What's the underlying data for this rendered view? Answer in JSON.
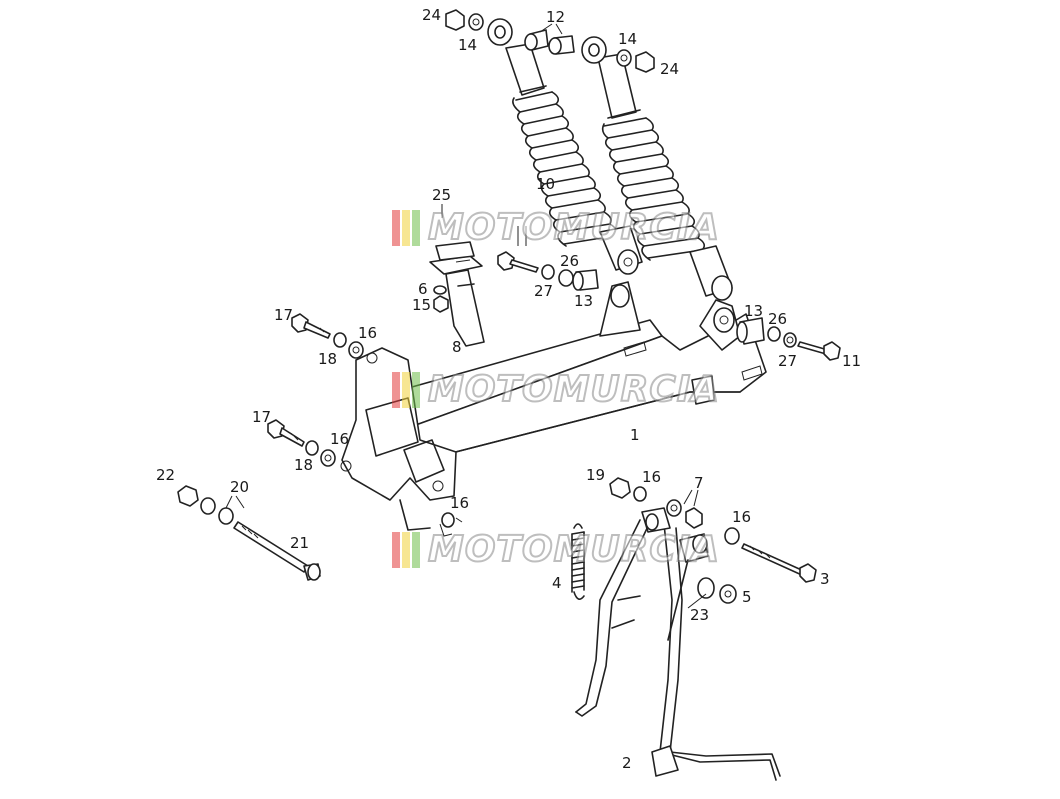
{
  "diagram": {
    "watermark": {
      "text": "MOTOMURCIA",
      "stripe_colors": [
        "#e23b3b",
        "#f2d33a",
        "#6fbf4a"
      ]
    },
    "callouts": [
      {
        "id": "c24a",
        "label": "24"
      },
      {
        "id": "c14a",
        "label": "14"
      },
      {
        "id": "c12",
        "label": "12"
      },
      {
        "id": "c14b",
        "label": "14"
      },
      {
        "id": "c24b",
        "label": "24"
      },
      {
        "id": "c10",
        "label": "10"
      },
      {
        "id": "c25",
        "label": "25"
      },
      {
        "id": "c26a",
        "label": "26"
      },
      {
        "id": "c27a",
        "label": "27"
      },
      {
        "id": "c13a",
        "label": "13"
      },
      {
        "id": "c6",
        "label": "6"
      },
      {
        "id": "c15",
        "label": "15"
      },
      {
        "id": "c8",
        "label": "8"
      },
      {
        "id": "c17a",
        "label": "17"
      },
      {
        "id": "c16a",
        "label": "16"
      },
      {
        "id": "c18a",
        "label": "18"
      },
      {
        "id": "c13b",
        "label": "13"
      },
      {
        "id": "c26b",
        "label": "26"
      },
      {
        "id": "c27b",
        "label": "27"
      },
      {
        "id": "c11",
        "label": "11"
      },
      {
        "id": "c1",
        "label": "1"
      },
      {
        "id": "c17b",
        "label": "17"
      },
      {
        "id": "c16b",
        "label": "16"
      },
      {
        "id": "c18b",
        "label": "18"
      },
      {
        "id": "c22",
        "label": "22"
      },
      {
        "id": "c20",
        "label": "20"
      },
      {
        "id": "c16c",
        "label": "16"
      },
      {
        "id": "c21",
        "label": "21"
      },
      {
        "id": "c19",
        "label": "19"
      },
      {
        "id": "c16d",
        "label": "16"
      },
      {
        "id": "c7",
        "label": "7"
      },
      {
        "id": "c16e",
        "label": "16"
      },
      {
        "id": "c3",
        "label": "3"
      },
      {
        "id": "c4",
        "label": "4"
      },
      {
        "id": "c5",
        "label": "5"
      },
      {
        "id": "c23",
        "label": "23"
      },
      {
        "id": "c2",
        "label": "2"
      }
    ]
  }
}
